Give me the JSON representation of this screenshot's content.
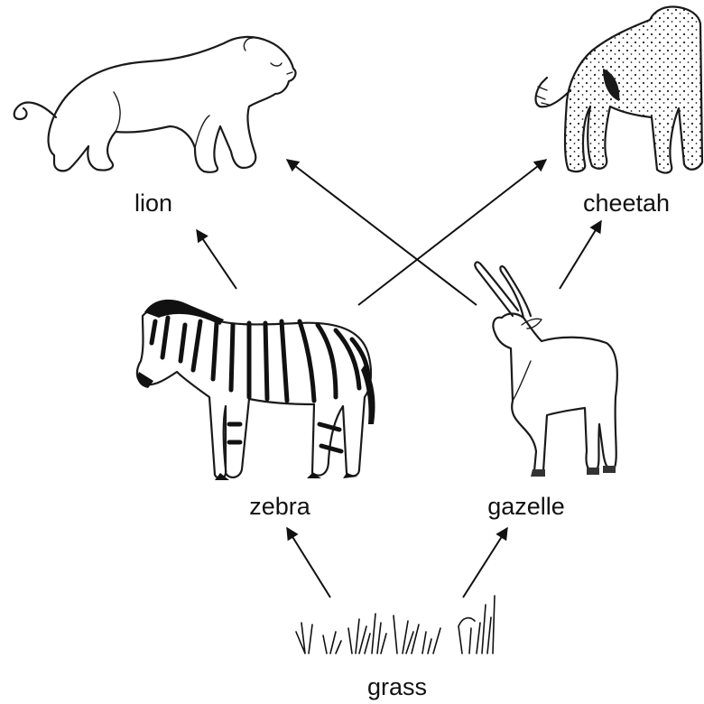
{
  "organisms": {
    "lion": "lion",
    "cheetah": "cheetah",
    "zebra": "zebra",
    "gazelle": "gazelle",
    "grass": "grass"
  },
  "links": [
    {
      "from": "grass",
      "to": "zebra"
    },
    {
      "from": "grass",
      "to": "gazelle"
    },
    {
      "from": "zebra",
      "to": "lion"
    },
    {
      "from": "zebra",
      "to": "cheetah"
    },
    {
      "from": "gazelle",
      "to": "lion"
    },
    {
      "from": "gazelle",
      "to": "cheetah"
    }
  ]
}
